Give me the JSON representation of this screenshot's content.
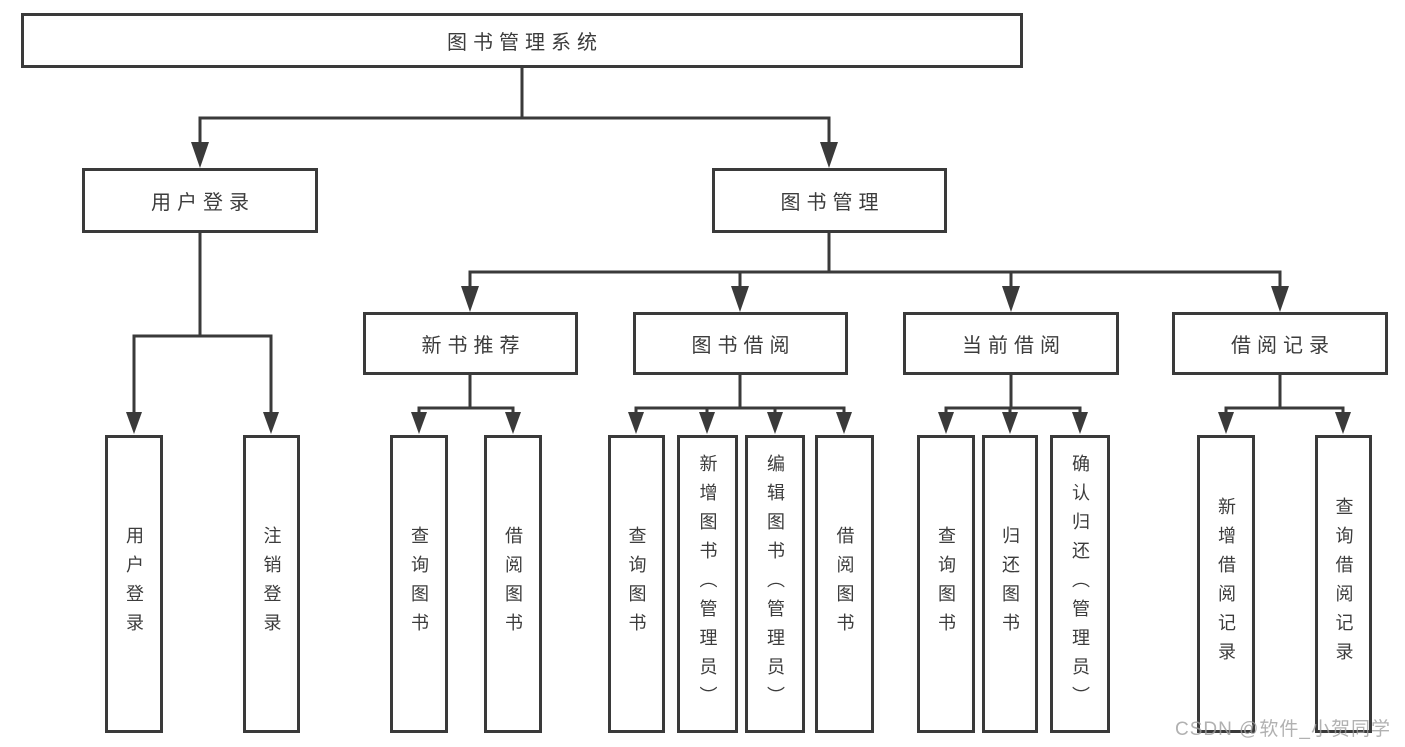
{
  "diagram": {
    "tree": {
      "root": "图书管理系统",
      "branches": [
        {
          "label": "用户登录",
          "children": [
            "用户登录",
            "注销登录"
          ]
        },
        {
          "label": "图书管理",
          "sections": [
            {
              "label": "新书推荐",
              "children": [
                "查询图书",
                "借阅图书"
              ]
            },
            {
              "label": "图书借阅",
              "children": [
                "查询图书",
                "新增图书（管理员）",
                "编辑图书（管理员）",
                "借阅图书"
              ]
            },
            {
              "label": "当前借阅",
              "children": [
                "查询图书",
                "归还图书",
                "确认归还（管理员）"
              ]
            },
            {
              "label": "借阅记录",
              "children": [
                "新增借阅记录",
                "查询借阅记录"
              ]
            }
          ]
        }
      ]
    },
    "watermark": "CSDN @软件_小贺同学",
    "colors": {
      "line": "#3a3a3a",
      "text": "#3c3c3c",
      "box_background": "#ffffff",
      "watermark": "#9e9e9e"
    }
  }
}
